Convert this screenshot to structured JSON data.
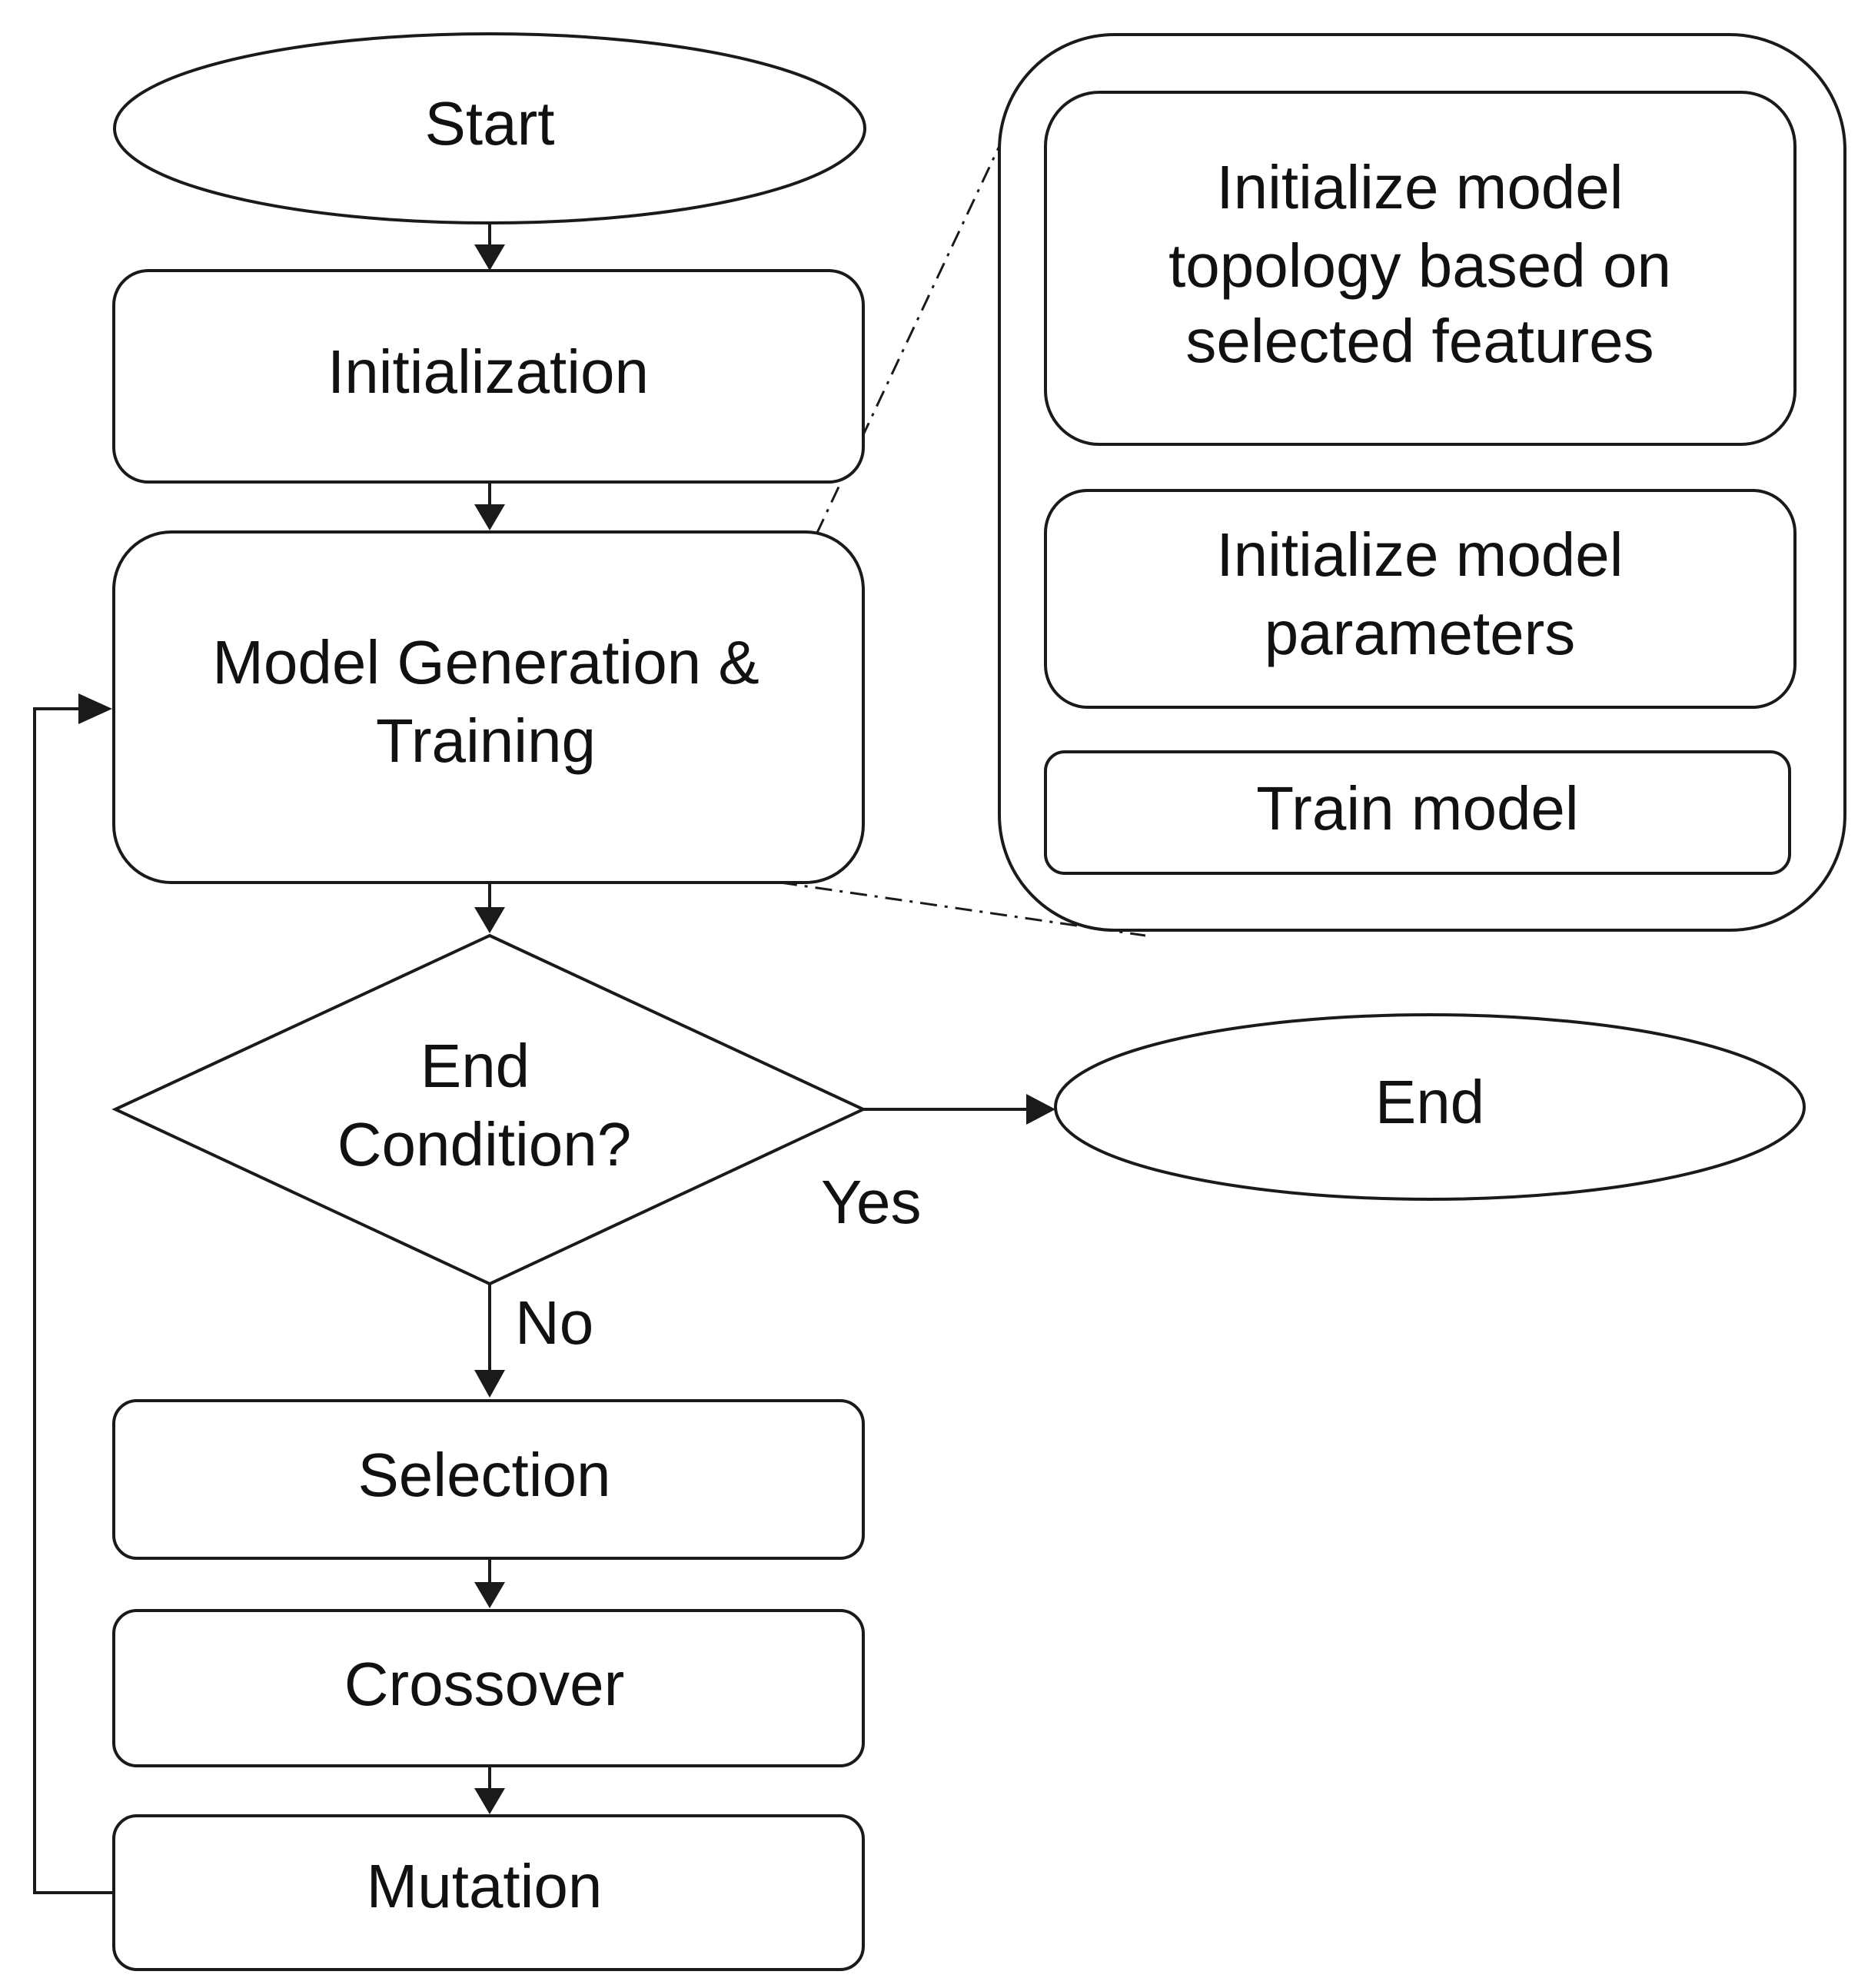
{
  "nodes": {
    "start": "Start",
    "initialization": "Initialization",
    "model_generation": [
      "Model Generation &",
      "Training"
    ],
    "end_condition": [
      "End",
      "Condition?"
    ],
    "end": "End",
    "selection": "Selection",
    "crossover": "Crossover",
    "mutation": "Mutation"
  },
  "detail": {
    "topology": [
      "Initialize model",
      "topology based on",
      "selected features"
    ],
    "parameters": [
      "Initialize model",
      "parameters"
    ],
    "train": "Train model"
  },
  "edges": {
    "yes": "Yes",
    "no": "No"
  }
}
